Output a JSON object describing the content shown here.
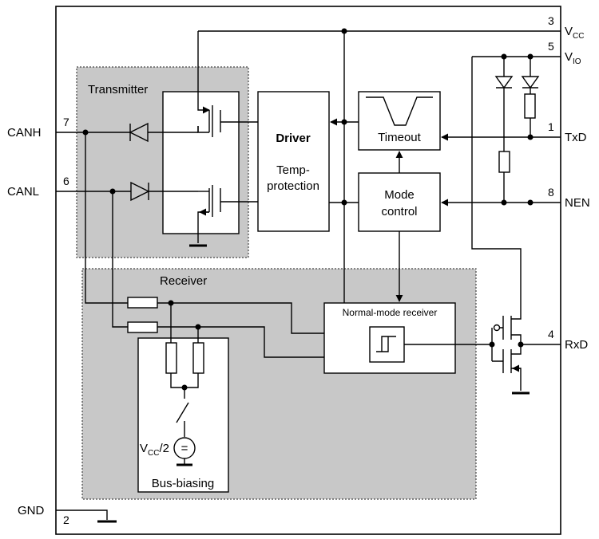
{
  "blocks": {
    "transmitter": "Transmitter",
    "receiver": "Receiver",
    "driver": "Driver",
    "temp1": "Temp-",
    "temp2": "protection",
    "timeout": "Timeout",
    "mode1": "Mode",
    "mode2": "control",
    "normal_receiver": "Normal-mode receiver",
    "bus_biasing": "Bus-biasing"
  },
  "vcc2": {
    "v": "V",
    "sub": "CC",
    "suffix": "/2"
  },
  "pins": {
    "canh": {
      "label": "CANH",
      "number": "7"
    },
    "canl": {
      "label": "CANL",
      "number": "6"
    },
    "gnd": {
      "label": "GND",
      "number": "2"
    },
    "vcc": {
      "label": "V",
      "sub": "CC",
      "number": "3"
    },
    "vio": {
      "label": "V",
      "sub": "IO",
      "number": "5"
    },
    "txd": {
      "label": "TxD",
      "number": "1"
    },
    "nen": {
      "label": "NEN",
      "number": "8"
    },
    "rxd": {
      "label": "RxD",
      "number": "4"
    }
  },
  "colors": {
    "shade": "#c8c8c8",
    "line": "#000000",
    "fill": "#ffffff"
  }
}
